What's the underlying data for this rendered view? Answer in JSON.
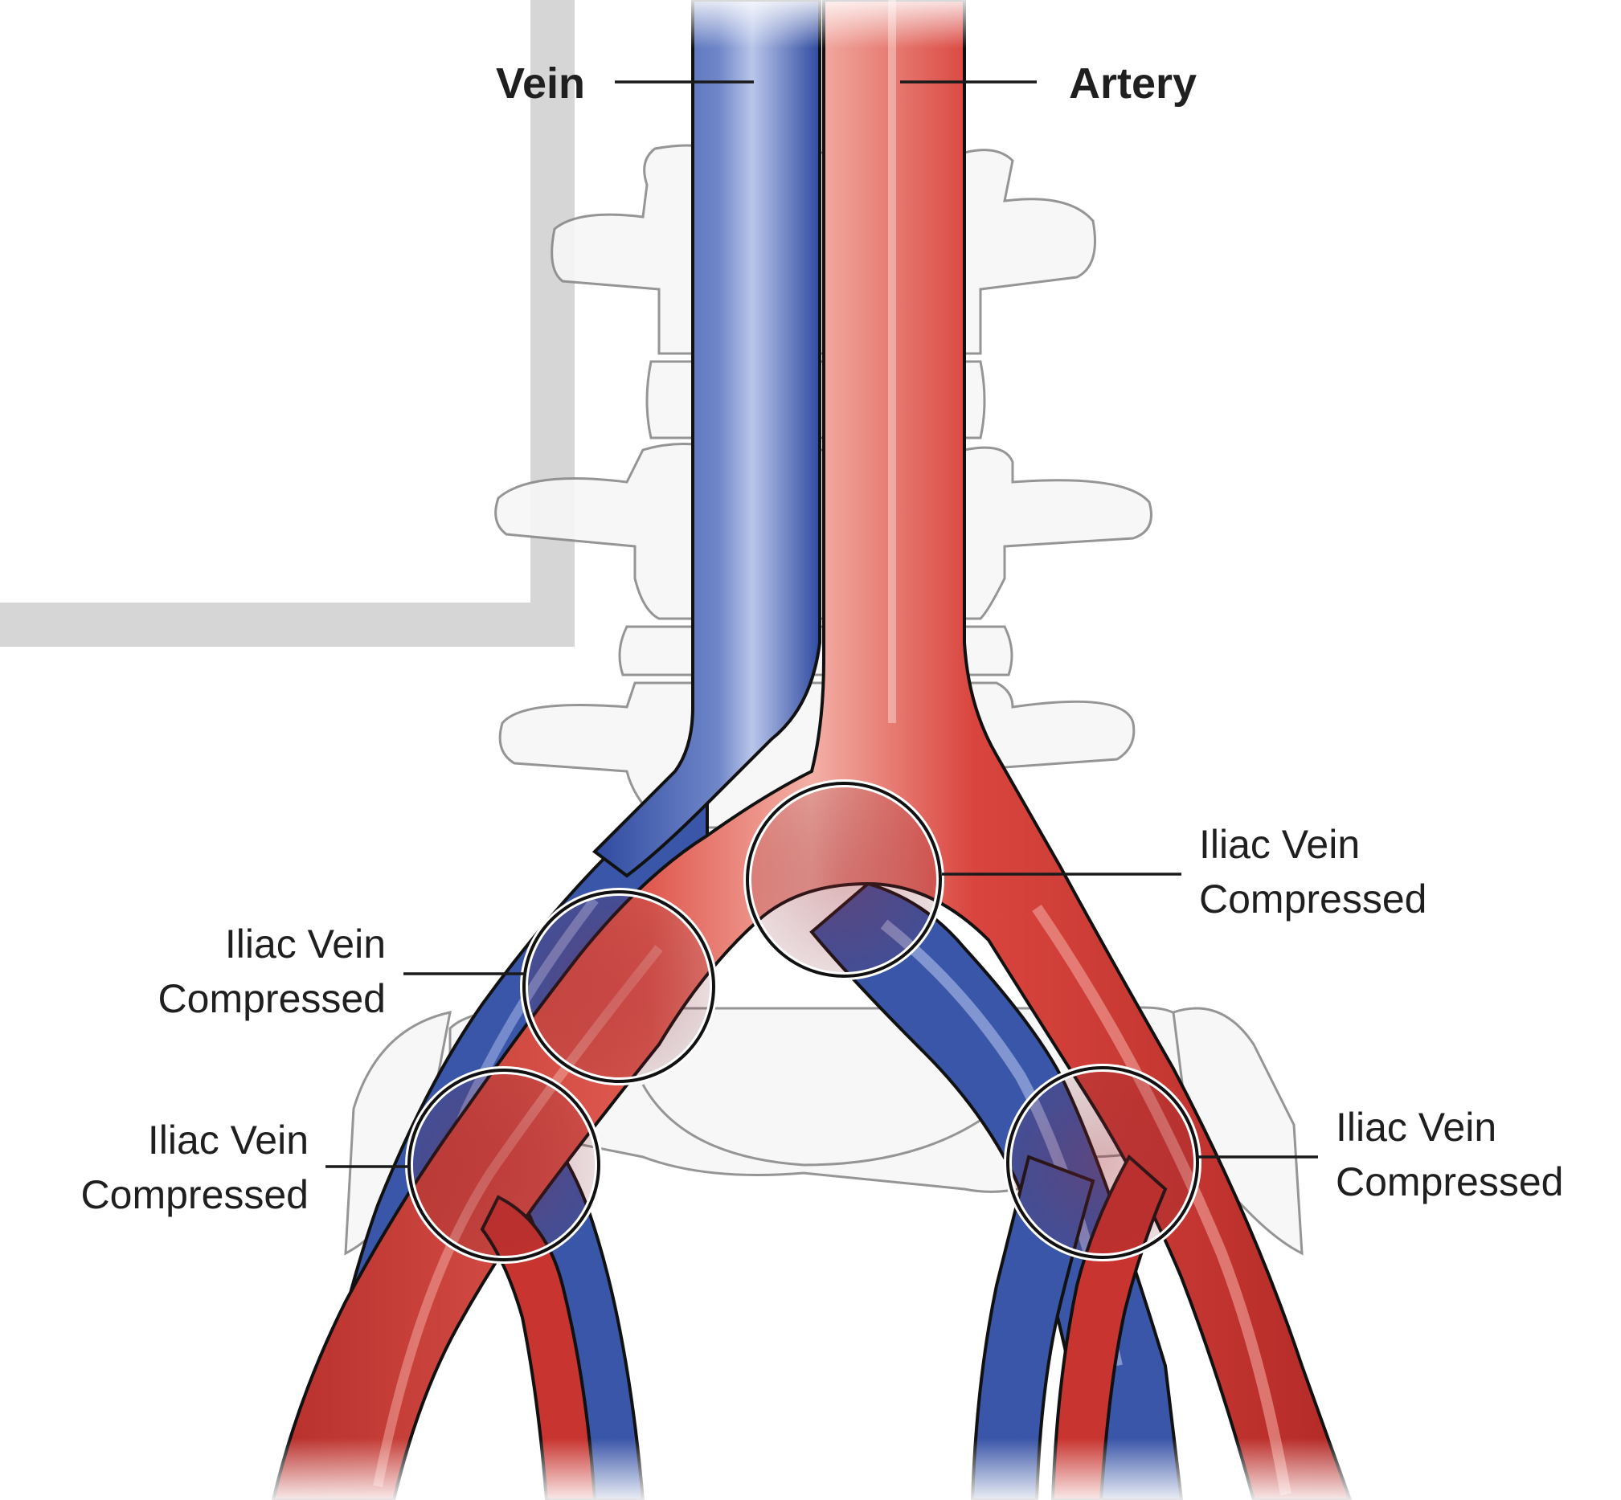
{
  "labels": {
    "vein": "Vein",
    "artery": "Artery",
    "compression_top_right": [
      "Iliac Vein",
      "Compressed"
    ],
    "compression_mid_left": [
      "Iliac Vein",
      "Compressed"
    ],
    "compression_low_left": [
      "Iliac Vein",
      "Compressed"
    ],
    "compression_low_right": [
      "Iliac Vein",
      "Compressed"
    ]
  },
  "colors": {
    "vein": "#3a56a8",
    "artery": "#c8342f",
    "bone_outline": "#8a8a8a",
    "bone_fill": "#f7f7f7",
    "frame": "#d6d6d6",
    "circle_ring": "#ffffff",
    "label": "#1f1f1f"
  }
}
